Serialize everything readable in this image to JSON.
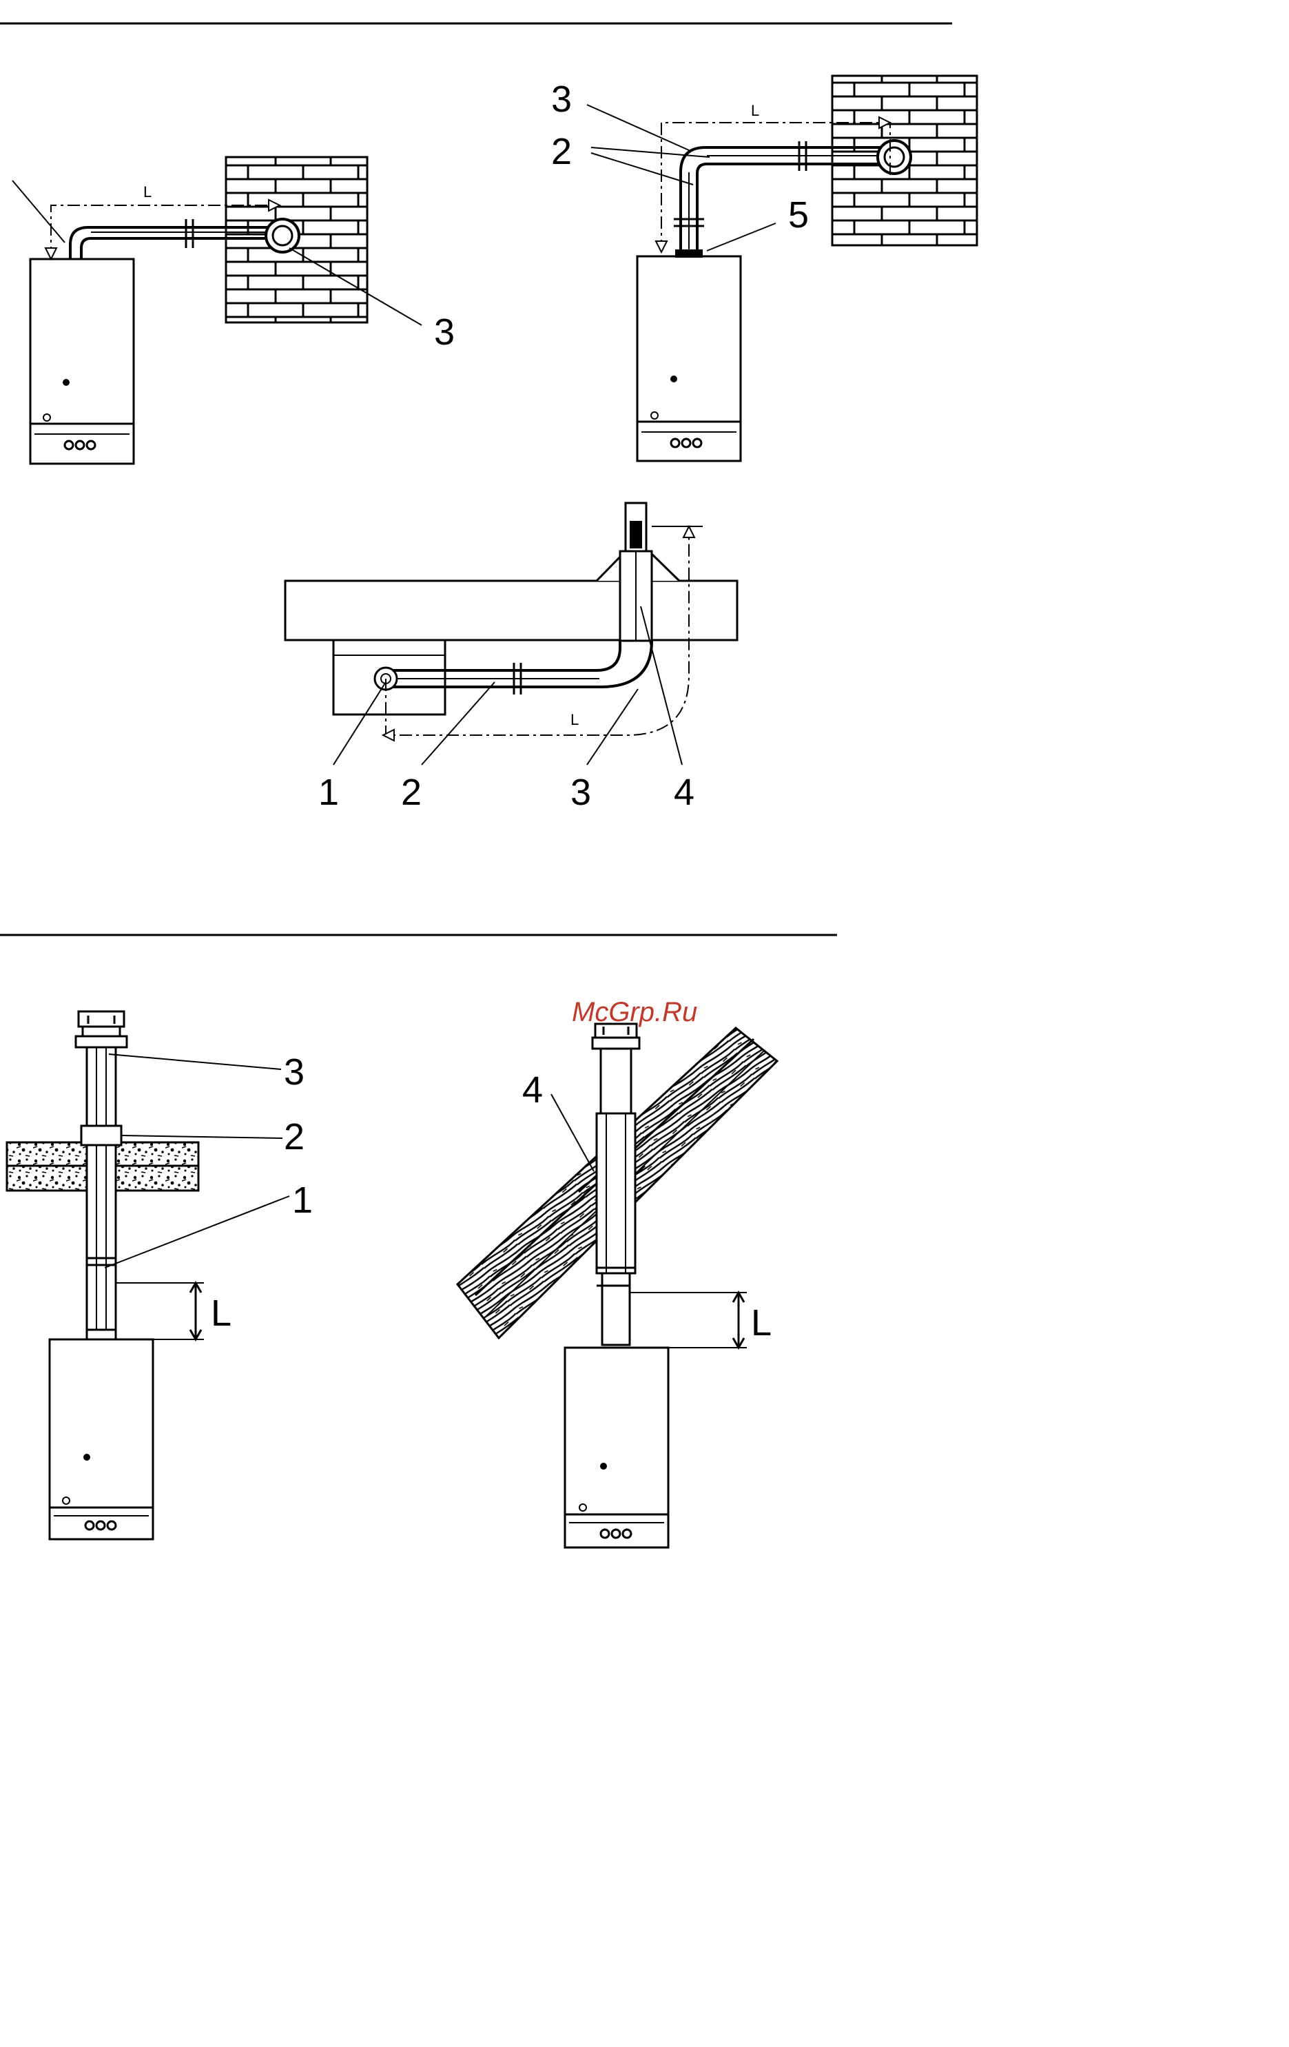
{
  "watermark": "McGrp.Ru",
  "figures": {
    "horizontal_wall": {
      "callouts": [
        "3"
      ],
      "dimension": "L"
    },
    "horizontal_wall_riser": {
      "callouts": [
        "3",
        "2",
        "5"
      ],
      "dimension": "L"
    },
    "ceiling_exit": {
      "callouts": [
        "1",
        "2",
        "3",
        "4"
      ],
      "dimension": "L"
    },
    "vertical_flat_roof": {
      "callouts": [
        "3",
        "2",
        "1"
      ],
      "dimension": "L"
    },
    "vertical_pitched_roof": {
      "callouts": [
        "4"
      ],
      "dimension": "L"
    }
  }
}
